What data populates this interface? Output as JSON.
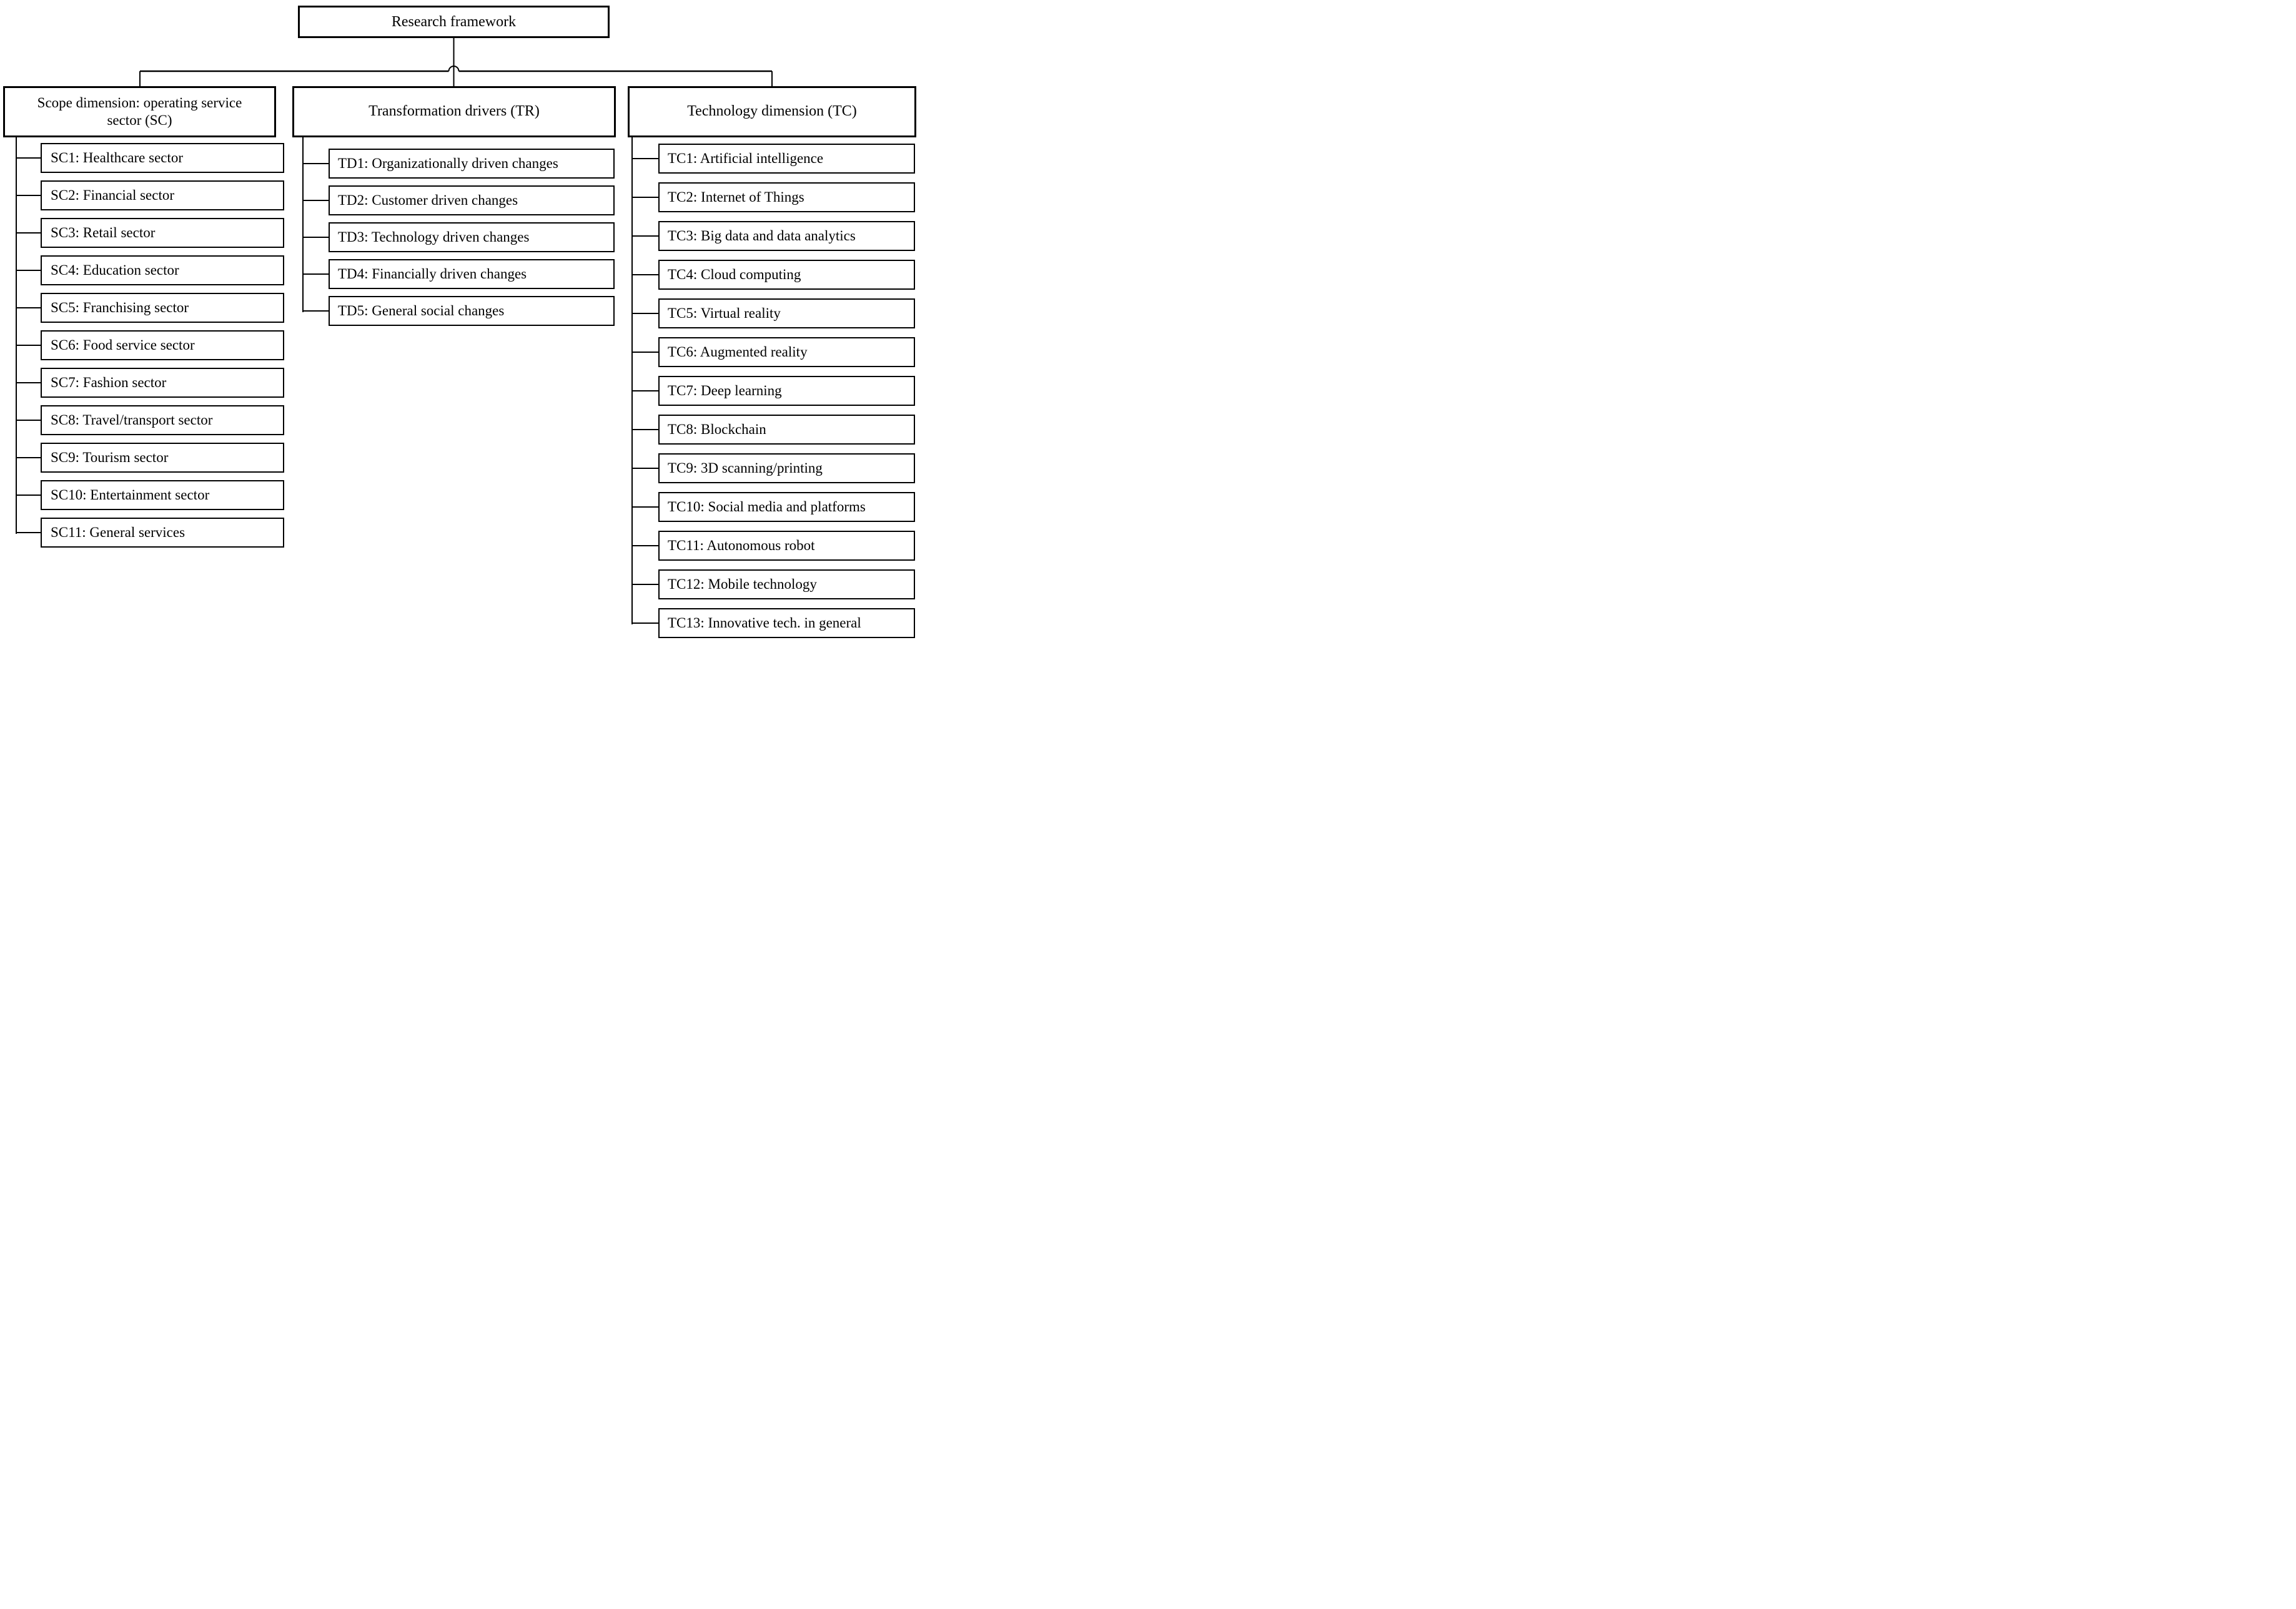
{
  "title": "Research framework",
  "colors": {
    "line": "#000000",
    "box_border": "#000000",
    "background": "#ffffff",
    "text": "#000000"
  },
  "columns": [
    {
      "header": "Scope dimension: operating service sector (SC)",
      "items": [
        "SC1: Healthcare sector",
        "SC2: Financial sector",
        "SC3: Retail sector",
        "SC4: Education sector",
        "SC5: Franchising sector",
        "SC6: Food service sector",
        "SC7: Fashion sector",
        "SC8: Travel/transport sector",
        "SC9: Tourism sector",
        "SC10: Entertainment sector",
        "SC11: General services"
      ]
    },
    {
      "header": "Transformation drivers (TR)",
      "items": [
        "TD1: Organizationally driven changes",
        "TD2: Customer driven changes",
        "TD3: Technology driven changes",
        "TD4: Financially driven changes",
        "TD5: General social changes"
      ]
    },
    {
      "header": "Technology dimension (TC)",
      "items": [
        "TC1: Artificial intelligence",
        "TC2: Internet of Things",
        "TC3: Big data and data analytics",
        "TC4: Cloud computing",
        "TC5: Virtual reality",
        "TC6: Augmented reality",
        "TC7: Deep learning",
        "TC8: Blockchain",
        "TC9: 3D scanning/printing",
        "TC10: Social media and platforms",
        "TC11: Autonomous robot",
        "TC12: Mobile technology",
        "TC13: Innovative tech. in general"
      ]
    }
  ]
}
